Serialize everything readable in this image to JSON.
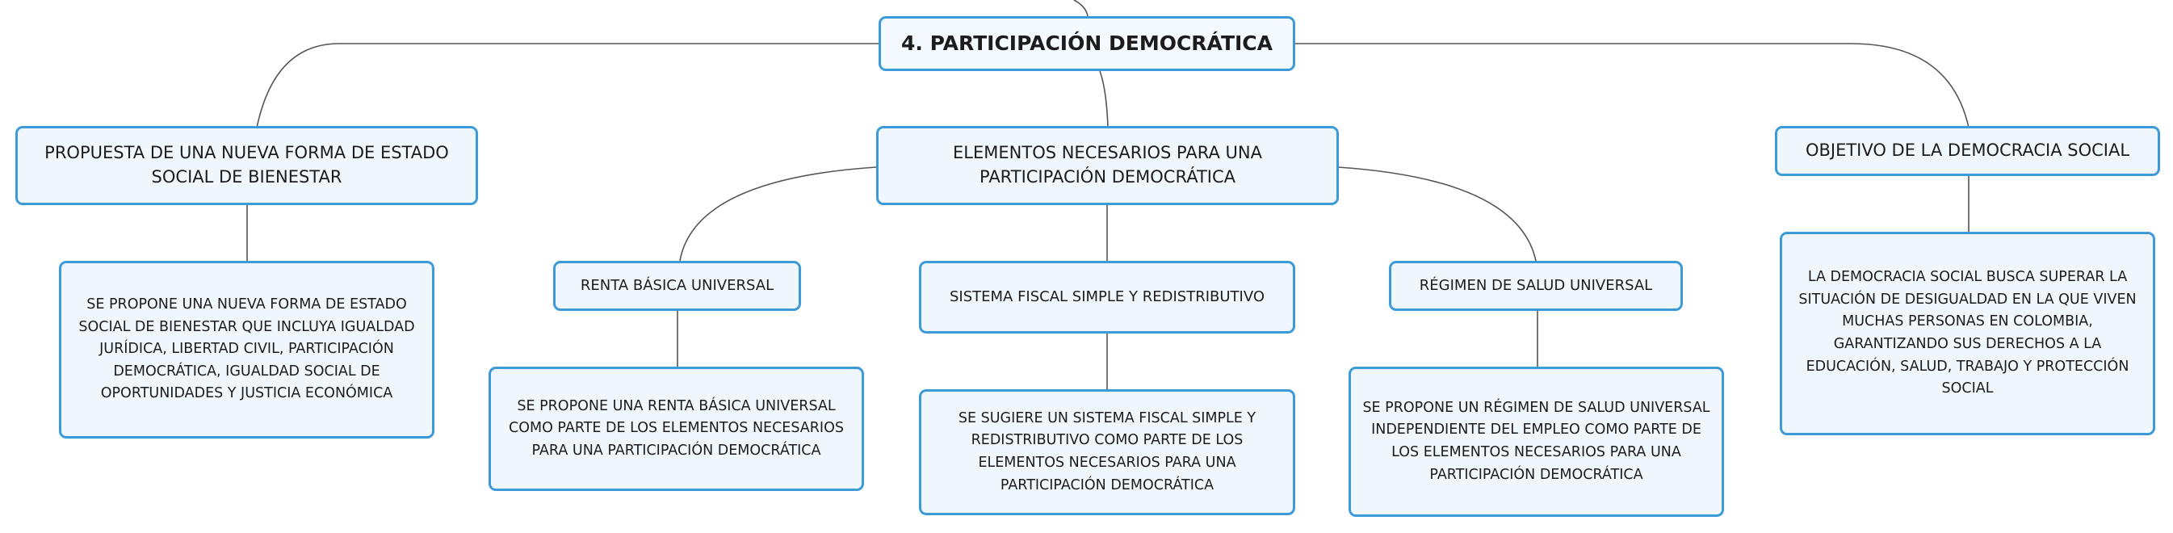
{
  "map": {
    "root": "4. PARTICIPACIÓN DEMOCRÁTICA",
    "left_branch": {
      "title": "PROPUESTA DE UNA NUEVA FORMA DE ESTADO SOCIAL DE BIENESTAR",
      "detail": "SE PROPONE UNA NUEVA FORMA DE ESTADO SOCIAL DE BIENESTAR QUE INCLUYA IGUALDAD JURÍDICA, LIBERTAD CIVIL, PARTICIPACIÓN DEMOCRÁTICA, IGUALDAD SOCIAL DE OPORTUNIDADES Y JUSTICIA ECONÓMICA"
    },
    "center_branch": {
      "title": "ELEMENTOS NECESARIOS PARA UNA PARTICIPACIÓN DEMOCRÁTICA",
      "children": [
        {
          "title": "RENTA BÁSICA UNIVERSAL",
          "detail": "SE PROPONE UNA RENTA BÁSICA UNIVERSAL COMO PARTE DE LOS ELEMENTOS NECESARIOS PARA UNA PARTICIPACIÓN DEMOCRÁTICA"
        },
        {
          "title": "SISTEMA FISCAL SIMPLE Y REDISTRIBUTIVO",
          "detail": "SE SUGIERE UN SISTEMA FISCAL SIMPLE Y REDISTRIBUTIVO COMO PARTE DE LOS ELEMENTOS NECESARIOS PARA UNA PARTICIPACIÓN DEMOCRÁTICA"
        },
        {
          "title": "RÉGIMEN DE SALUD UNIVERSAL",
          "detail": "SE PROPONE UN RÉGIMEN DE SALUD UNIVERSAL INDEPENDIENTE DEL EMPLEO COMO PARTE DE LOS ELEMENTOS NECESARIOS PARA UNA PARTICIPACIÓN DEMOCRÁTICA"
        }
      ]
    },
    "right_branch": {
      "title": "OBJETIVO DE LA DEMOCRACIA SOCIAL",
      "detail": "LA DEMOCRACIA SOCIAL BUSCA SUPERAR LA SITUACIÓN DE DESIGUALDAD EN LA QUE VIVEN MUCHAS PERSONAS EN COLOMBIA, GARANTIZANDO SUS DERECHOS A LA EDUCACIÓN, SALUD, TRABAJO Y PROTECCIÓN SOCIAL"
    },
    "colors": {
      "border": "#3c9ad8",
      "fill": "#eff7fd",
      "connector": "#555555"
    }
  }
}
